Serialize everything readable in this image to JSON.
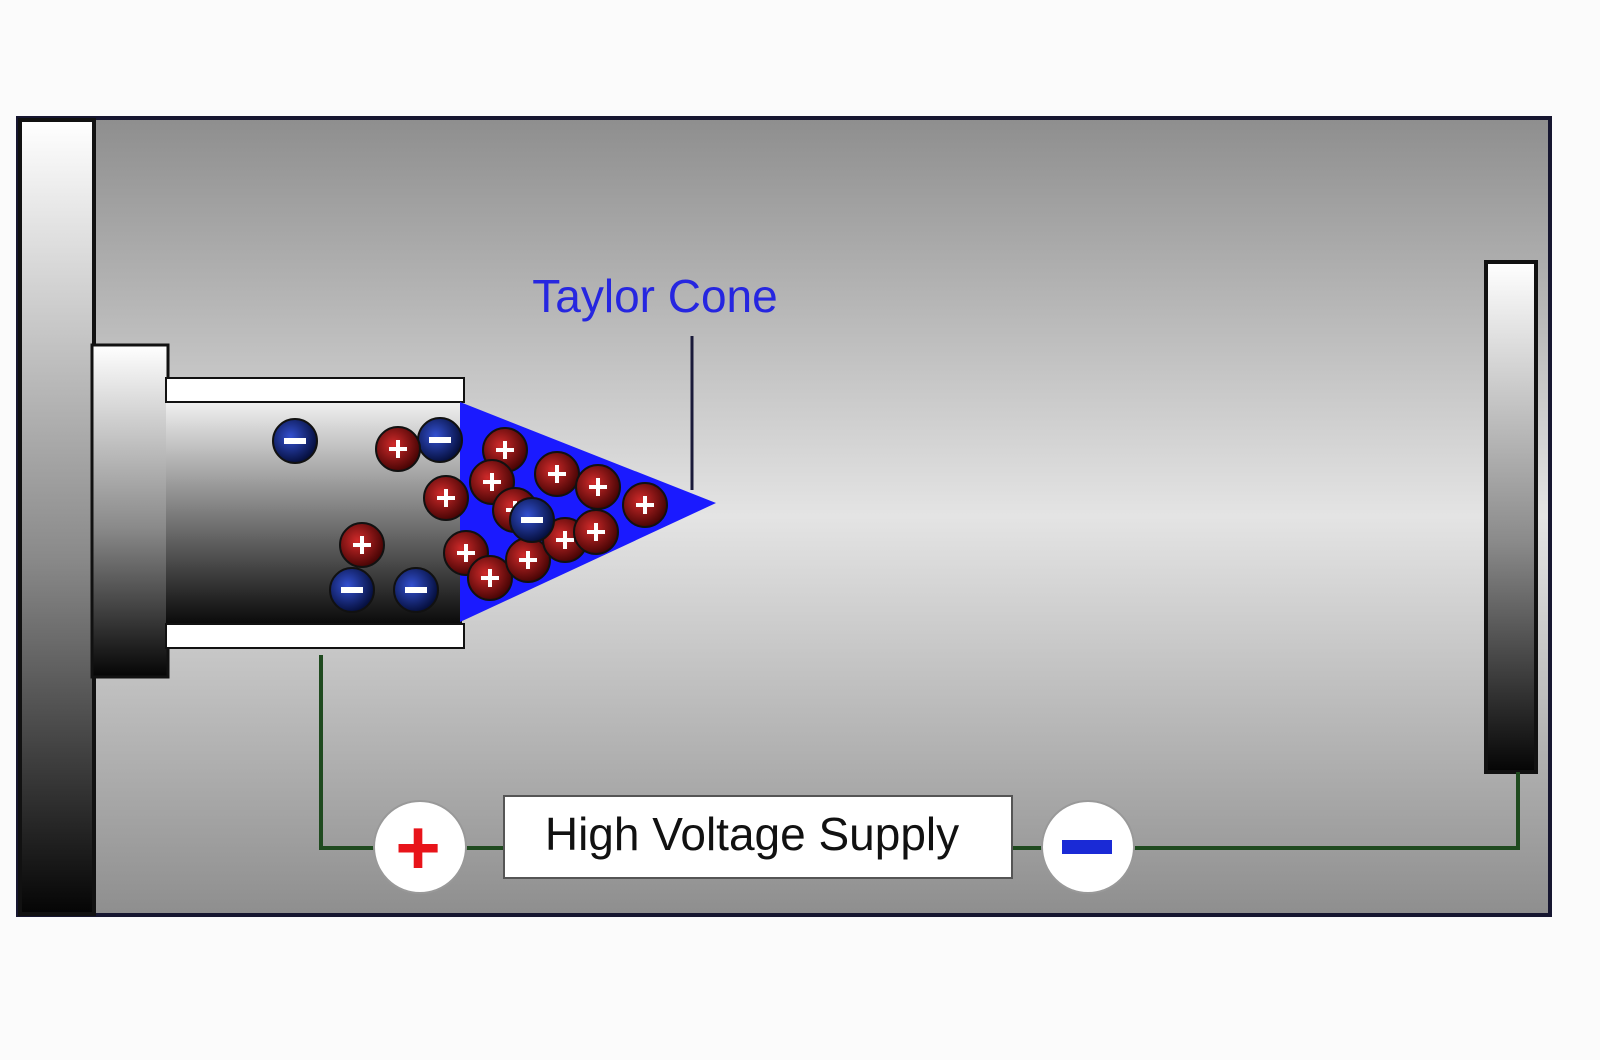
{
  "diagram": {
    "title_label": "Taylor Cone",
    "supply_label": "High Voltage Supply",
    "positive_terminal": "+",
    "negative_terminal": "−",
    "colors": {
      "cone": "#1a1aff",
      "label": "#2626e0",
      "wire": "#1f4a1f",
      "positive_ion": "#8a0e0e",
      "negative_ion": "#0f1f7a",
      "plus_sign": "#e8141a",
      "minus_sign": "#1a2ad6"
    },
    "particles": {
      "positive_count": 14,
      "negative_count": 5,
      "positive_symbol": "+",
      "negative_symbol": "−"
    }
  }
}
